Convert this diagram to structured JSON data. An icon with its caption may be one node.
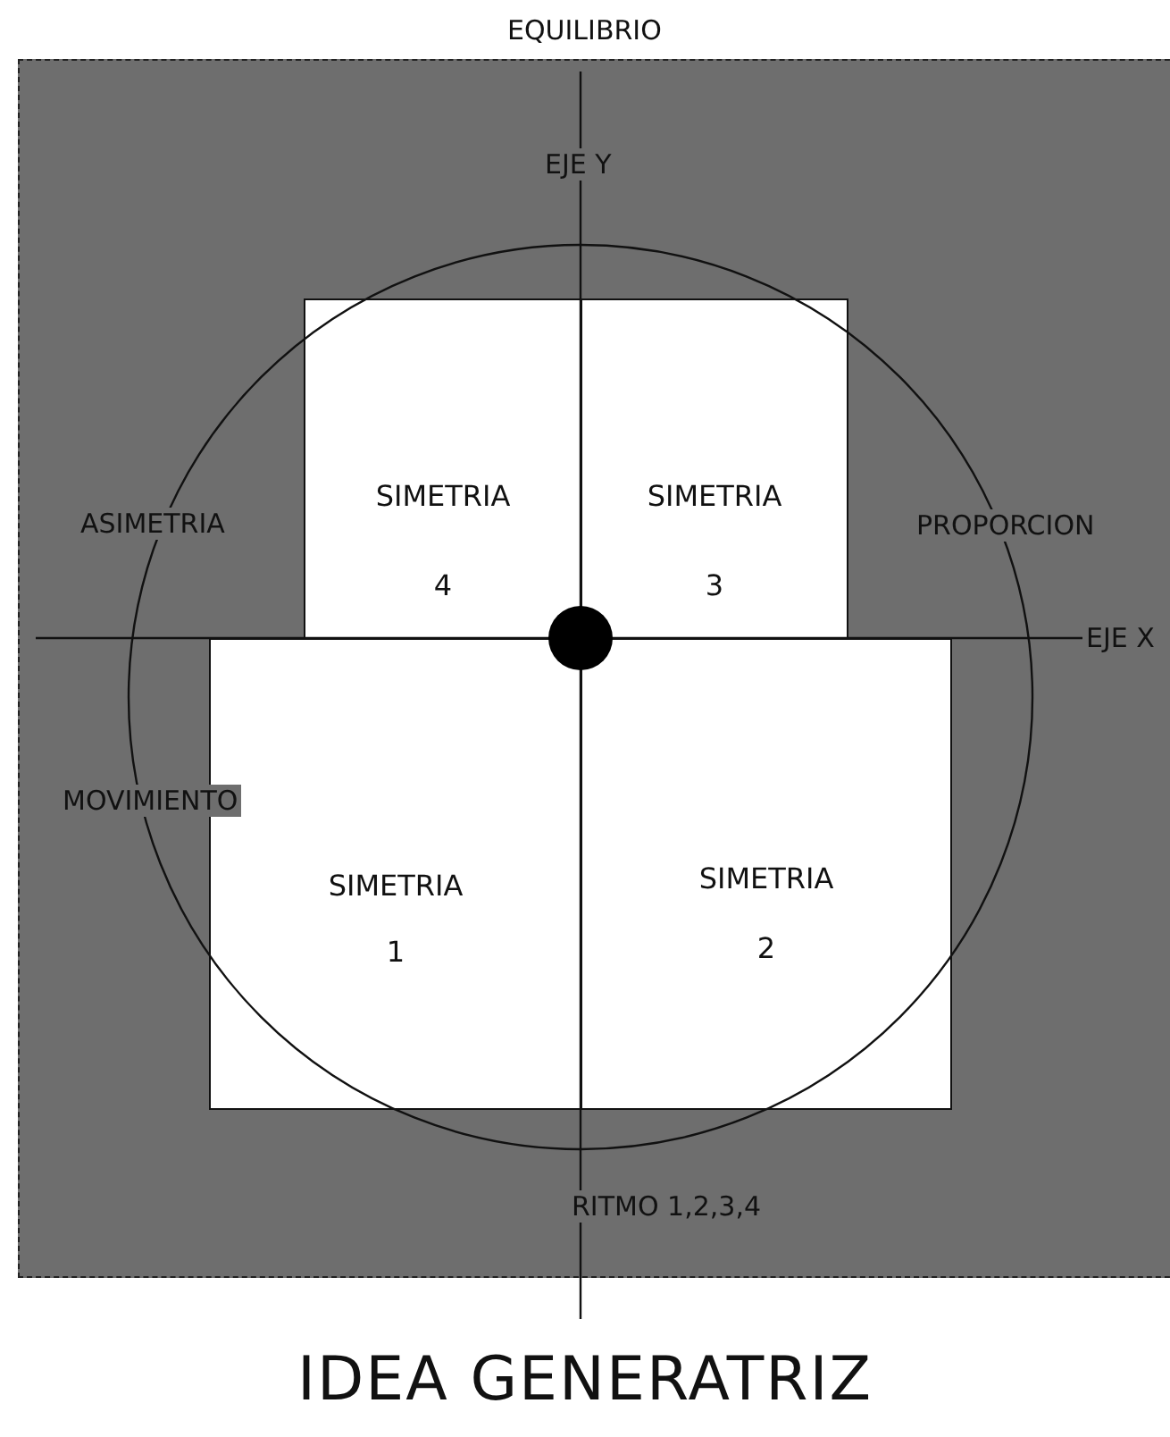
{
  "diagram": {
    "caption": "IDEA GENERATRIZ",
    "nodes": [
      {
        "text": [
          "SIMETRIA",
          "4"
        ]
      },
      {
        "text": [
          "SIMETRIA",
          "3"
        ]
      },
      {
        "text": [
          "SIMETRIA",
          "1"
        ]
      },
      {
        "text": [
          "SIMETRIA",
          "2"
        ]
      }
    ],
    "labels": [
      "EQUILIBRIO",
      "EJE Y",
      "ASIMETRIA",
      "PROPORCION",
      "EJE X",
      "MOVIMIENTO",
      "RITMO 1,2,3,4"
    ]
  }
}
